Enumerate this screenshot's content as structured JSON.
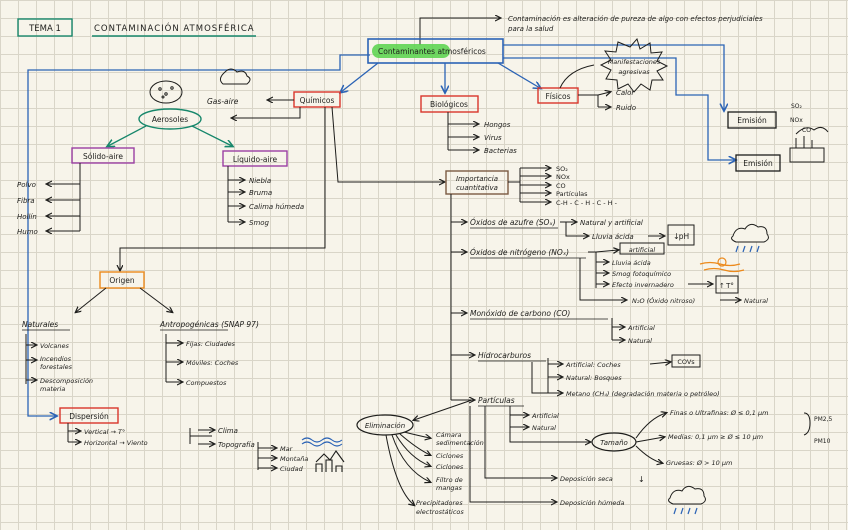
{
  "header": {
    "tema": "TEMA 1",
    "title": "CONTAMINACIÓN ATMOSFÉRICA"
  },
  "definition": {
    "line1": "Contaminación es alteración de pureza de algo con efectos perjudiciales",
    "line2": "para la salud"
  },
  "center": {
    "label": "Contaminantes atmosféricos"
  },
  "quimicos": {
    "label": "Químicos",
    "gas_aire": "Gas-aire",
    "aerosoles": "Aerosoles",
    "solido_aire": "Sólido-aire",
    "liquido_aire": "Líquido-aire",
    "solido_items": [
      "Polvo",
      "Fibra",
      "Hollín",
      "Humo"
    ],
    "liquido_items": [
      "Niebla",
      "Bruma",
      "Calima húmeda",
      "Smog"
    ]
  },
  "biologicos": {
    "label": "Biológicos",
    "items": [
      "Hongos",
      "Virus",
      "Bacterias"
    ]
  },
  "fisicos": {
    "label": "Físicos",
    "items": [
      "Calor",
      "Ruido"
    ],
    "manifestaciones": "Manifestaciones agresivas"
  },
  "emision": {
    "label_top": "Emisión",
    "label_bottom": "Emisión",
    "species": [
      "SO₂",
      "NOx",
      "CO"
    ]
  },
  "importancia": {
    "label_1": "Importancia",
    "label_2": "cuantitativa",
    "items": [
      "SO₂",
      "NOx",
      "CO",
      "Partículas",
      "C-H - C - H - C - H -"
    ]
  },
  "oxidos_azufre": {
    "label": "Óxidos de azufre (SOₓ)",
    "origen": "Natural y artificial",
    "lluvia": "Lluvia ácida",
    "ph": "pH"
  },
  "oxidos_nitrogeno": {
    "label": "Óxidos de nitrógeno (NOₓ)",
    "artificial": "artificial",
    "items": [
      "Lluvia ácida",
      "Smog fotoquímico",
      "Efecto invernadero"
    ],
    "temp": "T°",
    "n2o": "N₂O (Óxido nitroso)",
    "natural": "Natural"
  },
  "monoxido": {
    "label": "Monóxido de carbono (CO)",
    "items": [
      "Artificial",
      "Natural"
    ]
  },
  "hidrocarburos": {
    "label": "Hidrocarburos",
    "artificial": "Artificial: Coches",
    "cov": "COVs",
    "natural": "Natural: Bosques",
    "metano": "Metano (CH₄) (degradación materia o petróleo)"
  },
  "particulas": {
    "label": "Partículas",
    "artificial": "Artificial",
    "natural": "Natural",
    "tamano": "Tamaño",
    "finas": "Finas o Ultrafinas: Ø ≤ 0,1 µm",
    "medias": "Medias: 0,1 µm ≥ Ø ≤ 10 µm",
    "gruesas": "Gruesas: Ø > 10 µm",
    "pm25": "PM2,5",
    "pm10": "PM10",
    "deposicion_seca": "Deposición seca",
    "deposicion_humeda": "Deposición húmeda"
  },
  "eliminacion": {
    "label": "Eliminación",
    "items": [
      "Cámara sedimentación",
      "Ciclones",
      "Ciclones",
      "Filtro de mangas",
      "Precipitadores electrostáticos"
    ]
  },
  "origen": {
    "label": "Origen",
    "naturales": "Naturales",
    "natural_items": [
      "Volcanes",
      "Incendios forestales",
      "Descomposición materia"
    ],
    "antropogenicas": "Antropogénicas (SNAP 97)",
    "antropo_items": [
      "Fijas: Ciudades",
      "Móviles: Coches",
      "Compuestos"
    ]
  },
  "dispersion": {
    "label": "Dispersión",
    "vertical": "Vertical → T°",
    "horizontal": "Horizontal → Viento",
    "clima": "Clima",
    "topografia": "Topografía",
    "topo_items": [
      "Mar",
      "Montaña",
      "Ciudad"
    ]
  },
  "colors": {
    "ink": "#1d1d1b",
    "arrow_blue": "#2b63b5",
    "teal": "#17876b",
    "box_red": "#d9362b",
    "box_purple": "#9b3fa3",
    "box_orange": "#ec8a1c",
    "box_brown": "#7a5a43",
    "highlight_green": "#57d24a"
  }
}
